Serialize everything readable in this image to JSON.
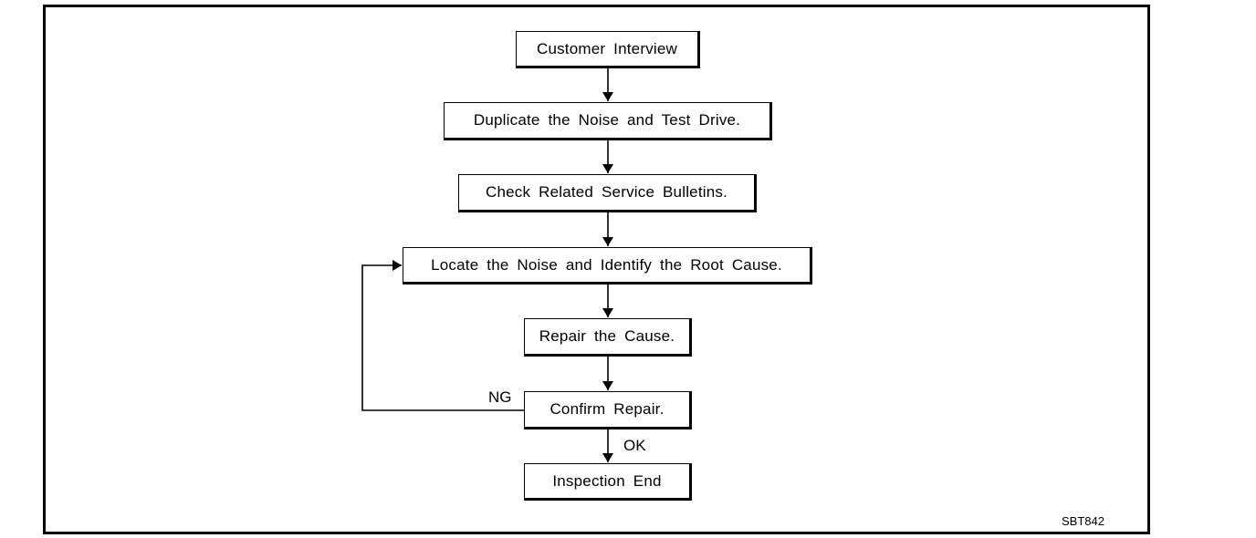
{
  "diagram": {
    "steps": [
      {
        "id": "interview",
        "text": "Customer Interview"
      },
      {
        "id": "duplicate",
        "text": "Duplicate the Noise and Test Drive."
      },
      {
        "id": "bulletins",
        "text": "Check Related Service Bulletins."
      },
      {
        "id": "locate",
        "text": "Locate the Noise and Identify the Root Cause."
      },
      {
        "id": "repair",
        "text": "Repair the Cause."
      },
      {
        "id": "confirm",
        "text": "Confirm Repair."
      },
      {
        "id": "end",
        "text": "Inspection End"
      }
    ],
    "edges": [
      {
        "from": "interview",
        "to": "duplicate",
        "label": ""
      },
      {
        "from": "duplicate",
        "to": "bulletins",
        "label": ""
      },
      {
        "from": "bulletins",
        "to": "locate",
        "label": ""
      },
      {
        "from": "locate",
        "to": "repair",
        "label": ""
      },
      {
        "from": "repair",
        "to": "confirm",
        "label": ""
      },
      {
        "from": "confirm",
        "to": "end",
        "label": "OK"
      },
      {
        "from": "confirm",
        "to": "locate",
        "label": "NG"
      }
    ],
    "labels": {
      "ok": "OK",
      "ng": "NG"
    },
    "figure_code": "SBT842"
  }
}
